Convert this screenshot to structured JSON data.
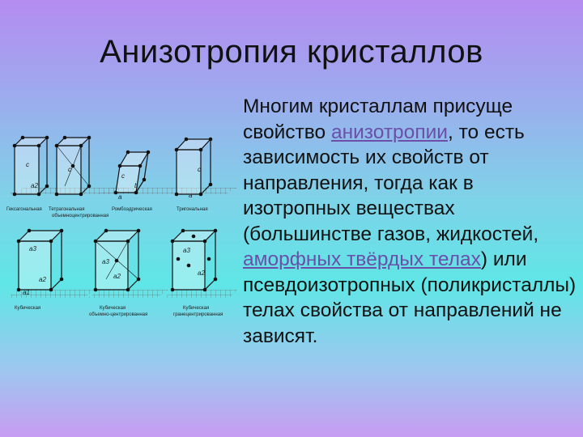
{
  "slide": {
    "title": "Анизотропия кристаллов",
    "paragraph": {
      "before_link1": "Многим кристаллам присуще свойство ",
      "link1": "анизотропии",
      "between_links": ", то есть зависимость их свойств от направления, тогда как в изотропных веществах (большинстве газов, жидкостей, ",
      "link2": "аморфных твёрдых телах",
      "after_link2": ") или псевдоизотропных (поликристаллы) телах свойства от направлений не зависят."
    }
  },
  "lattice_figure": {
    "captions": {
      "hexagonal": "Гексагональная",
      "tetragonal": "Тетрагональная",
      "tetragonal_sub": "объемноцентрированная",
      "rhombohedral": "Ромбоэдрическая",
      "trigonal": "Тригональная",
      "cubic": "Кубическая",
      "cubic_bcc": "Кубическая",
      "cubic_bcc_sub": "объемно-центрированная",
      "cubic_fcc": "Кубическая",
      "cubic_fcc_sub": "гранецентрированная"
    },
    "labels": {
      "c": "c",
      "a": "a",
      "b": "b",
      "a1": "a1",
      "a2": "a2",
      "a3": "a3"
    }
  }
}
